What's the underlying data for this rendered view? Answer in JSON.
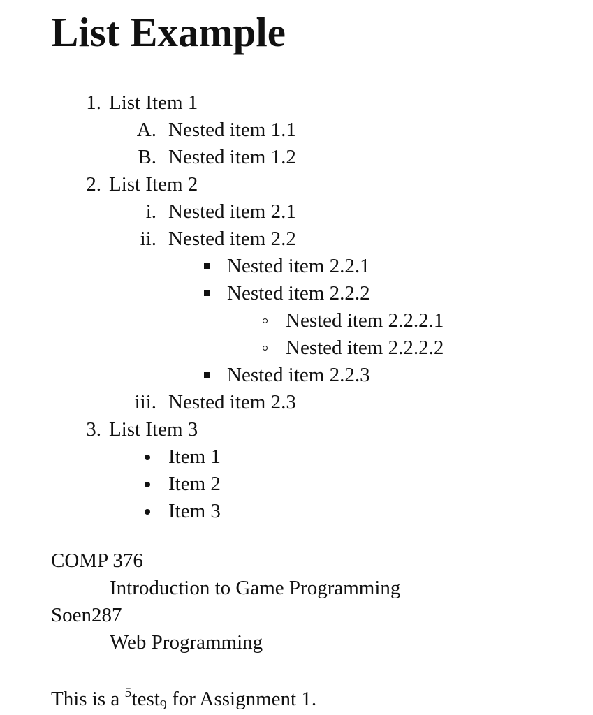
{
  "page": {
    "title": "List Example"
  },
  "ordered_list": [
    {
      "marker": "1.",
      "label": "List Item 1",
      "sub": [
        {
          "marker": "A.",
          "label": "Nested item 1.1"
        },
        {
          "marker": "B.",
          "label": "Nested item 1.2"
        }
      ]
    },
    {
      "marker": "2.",
      "label": "List Item 2",
      "sub": [
        {
          "marker": "i.",
          "label": "Nested item 2.1"
        },
        {
          "marker": "ii.",
          "label": "Nested item 2.2",
          "sub": [
            {
              "label": "Nested item 2.2.1"
            },
            {
              "label": "Nested item 2.2.2",
              "sub": [
                {
                  "label": "Nested item 2.2.2.1"
                },
                {
                  "label": "Nested item 2.2.2.2"
                }
              ]
            },
            {
              "label": "Nested item 2.2.3"
            }
          ]
        },
        {
          "marker": "iii.",
          "label": "Nested item 2.3"
        }
      ]
    },
    {
      "marker": "3.",
      "label": "List Item 3",
      "sub": [
        {
          "label": "Item 1"
        },
        {
          "label": "Item 2"
        },
        {
          "label": "Item 3"
        }
      ]
    }
  ],
  "definitions": [
    {
      "term": "COMP 376",
      "desc": "Introduction to Game Programming"
    },
    {
      "term": "Soen287",
      "desc": "Web Programming"
    }
  ],
  "paragraph": {
    "before": "This is a ",
    "sup": "5",
    "word": "test",
    "sub": "9",
    "after": " for Assignment 1."
  }
}
